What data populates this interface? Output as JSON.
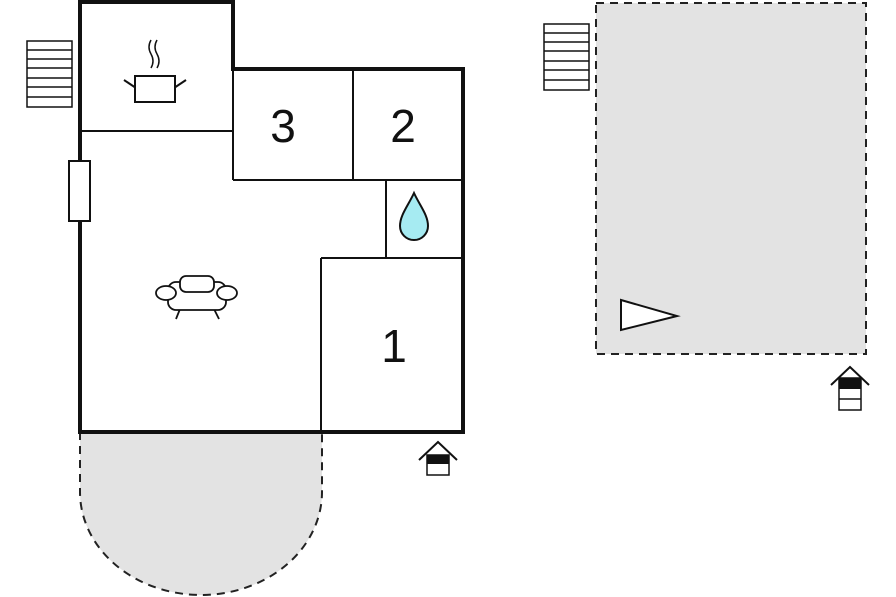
{
  "rooms": {
    "bedroom_1": {
      "label": "1"
    },
    "bedroom_2": {
      "label": "2"
    },
    "bedroom_3": {
      "label": "3"
    }
  },
  "icons": {
    "kitchen": "cooking-pot-icon",
    "living": "sofa-icon",
    "bathroom": "water-drop-icon",
    "entrance": "entrance-house-icon",
    "stairs": "stairs-icon",
    "window": "window-icon",
    "terrace_direction": "triangle-marker-icon"
  },
  "colors": {
    "wall": "#111111",
    "terrace_fill": "#e3e3e3",
    "water": "#a6ebf2",
    "background": "#ffffff"
  }
}
